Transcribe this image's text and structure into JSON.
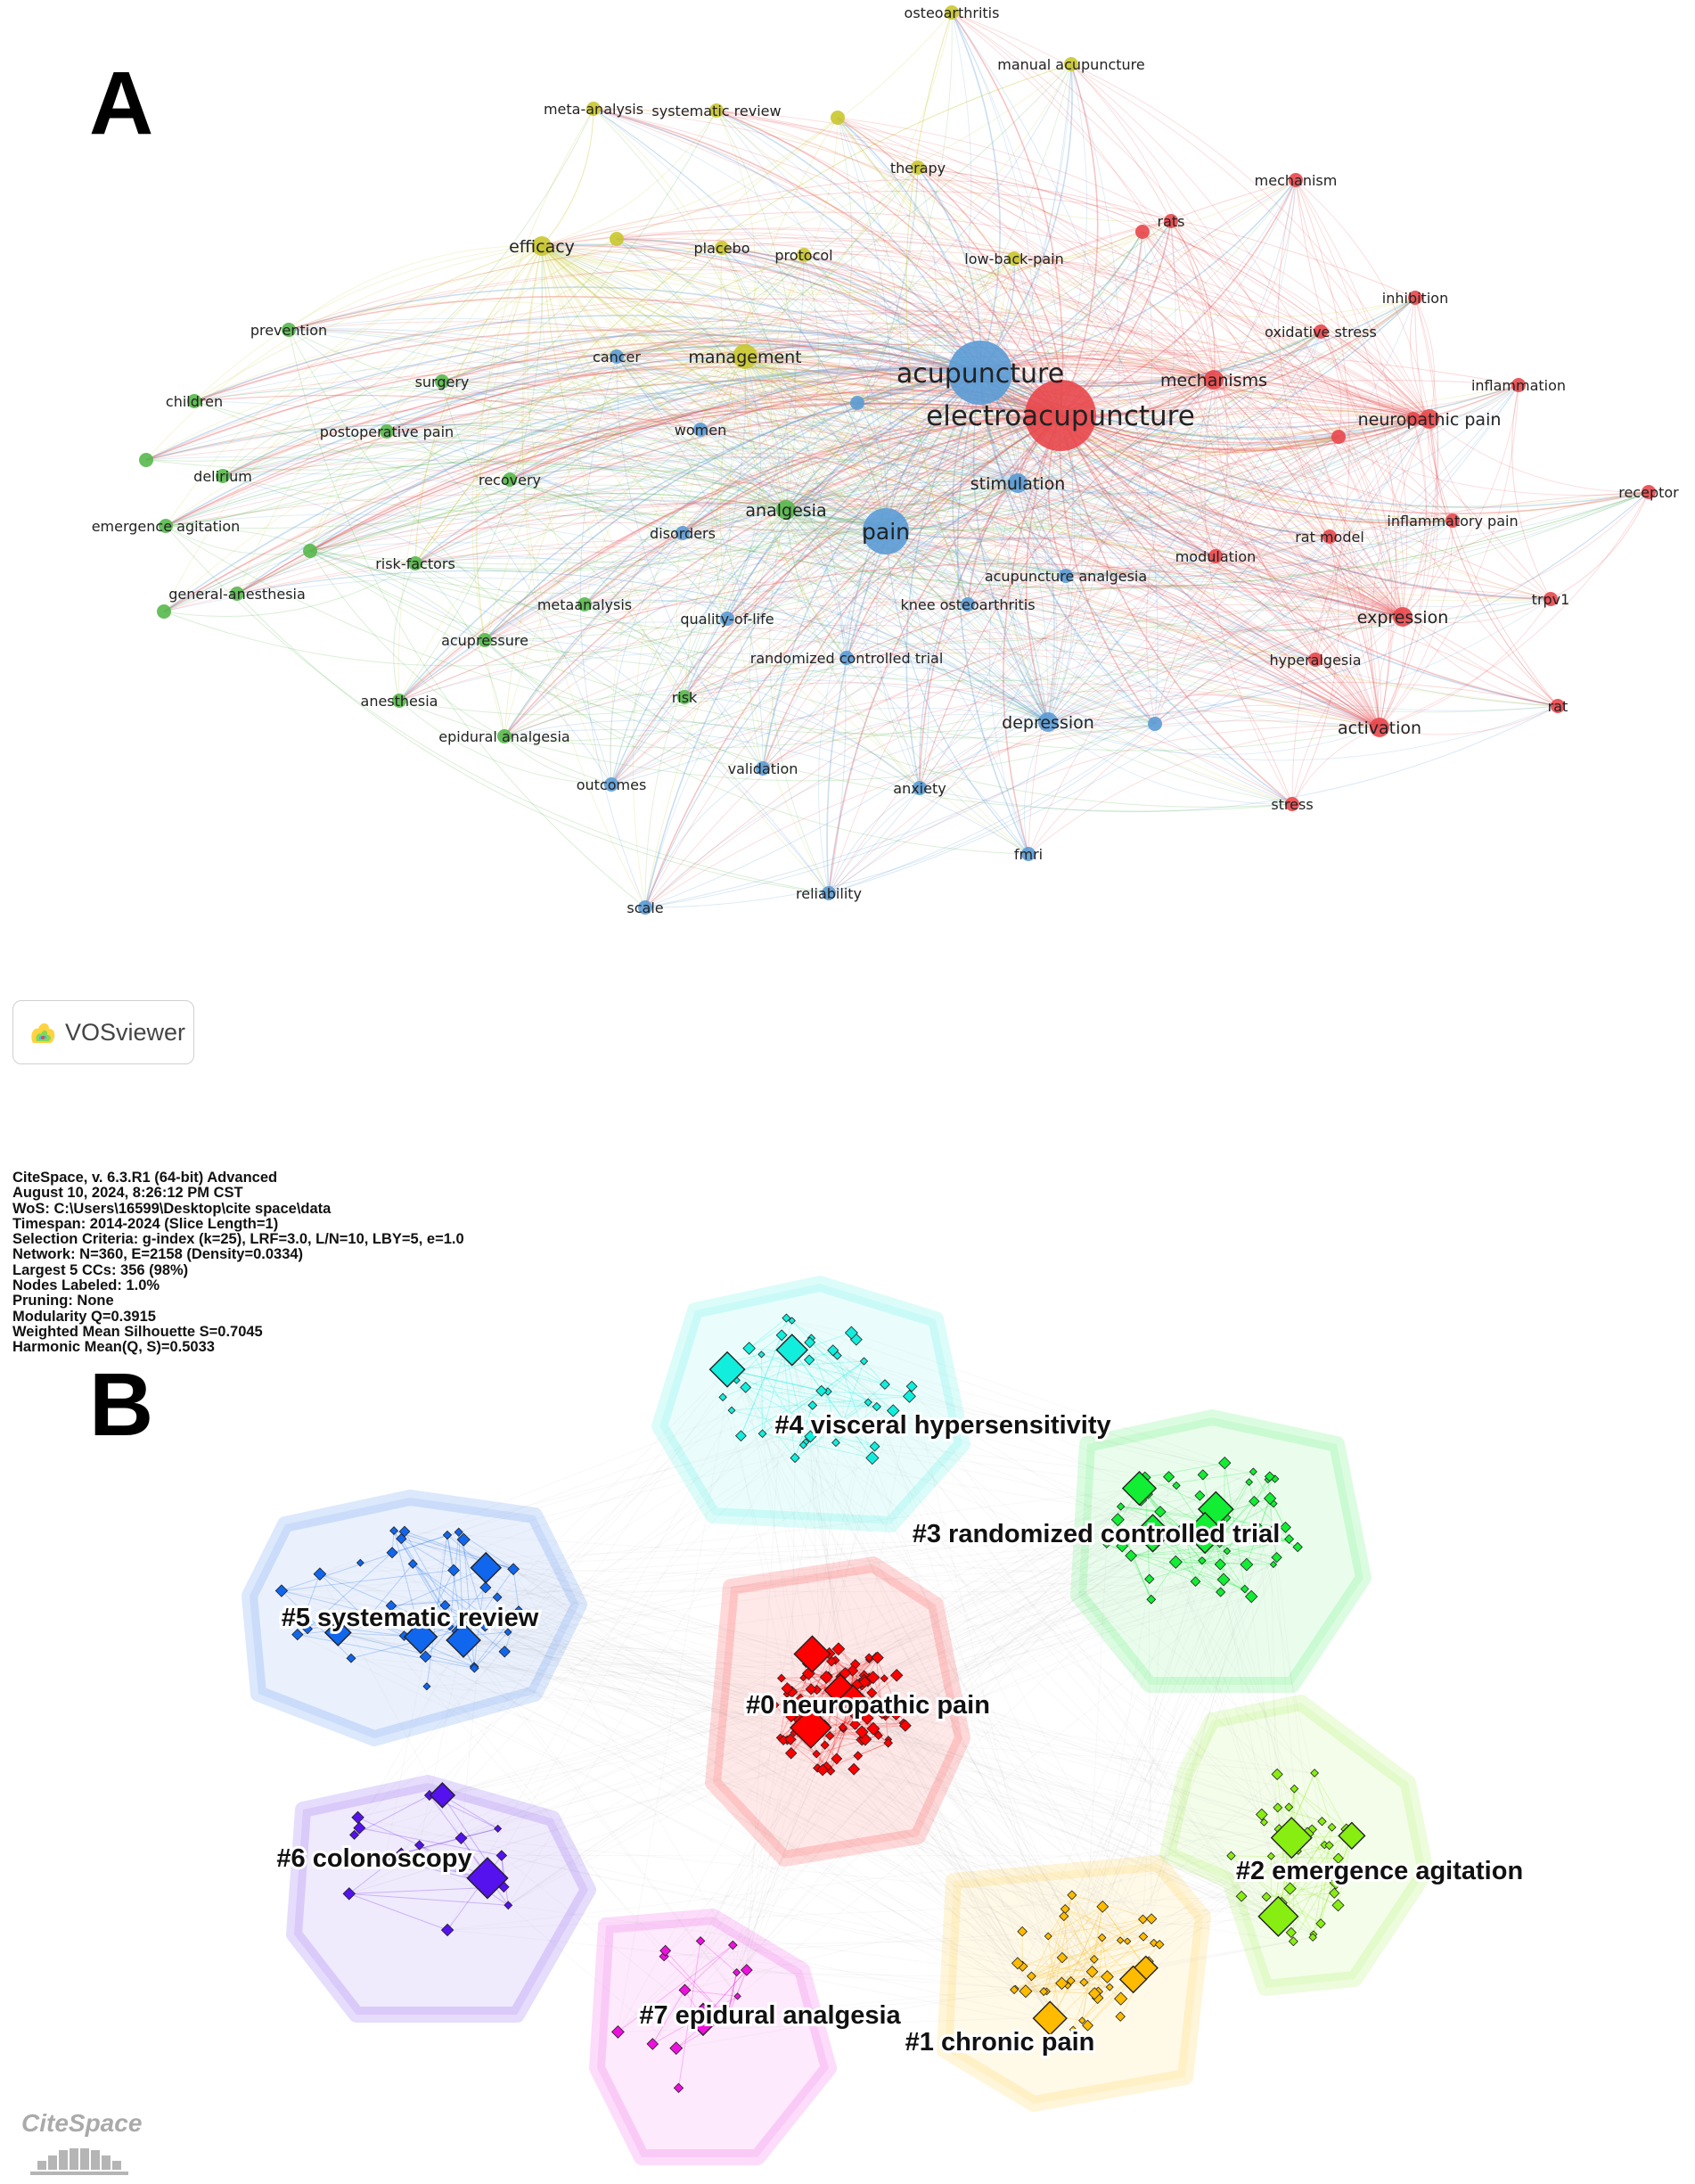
{
  "panel_a": {
    "letter": "A",
    "software_badge": "VOSviewer",
    "clusters": [
      {
        "name": "red",
        "color": "#e8474b"
      },
      {
        "name": "green",
        "color": "#56b84b"
      },
      {
        "name": "blue",
        "color": "#5b9bd5"
      },
      {
        "name": "yellow",
        "color": "#c9c72e"
      }
    ],
    "nodes": [
      {
        "label": "electroacupuncture",
        "cluster": "red",
        "weight": 10
      },
      {
        "label": "acupuncture",
        "cluster": "blue",
        "weight": 9
      },
      {
        "label": "pain",
        "cluster": "blue",
        "weight": 6
      },
      {
        "label": "management",
        "cluster": "yellow",
        "weight": 4
      },
      {
        "label": "efficacy",
        "cluster": "yellow",
        "weight": 3
      },
      {
        "label": "mechanisms",
        "cluster": "red",
        "weight": 3
      },
      {
        "label": "neuropathic pain",
        "cluster": "red",
        "weight": 3
      },
      {
        "label": "stimulation",
        "cluster": "blue",
        "weight": 3
      },
      {
        "label": "depression",
        "cluster": "blue",
        "weight": 3
      },
      {
        "label": "analgesia",
        "cluster": "green",
        "weight": 3
      },
      {
        "label": "expression",
        "cluster": "red",
        "weight": 3
      },
      {
        "label": "activation",
        "cluster": "red",
        "weight": 3
      },
      {
        "label": "therapy",
        "cluster": "yellow",
        "weight": 2
      },
      {
        "label": "low-back-pain",
        "cluster": "yellow",
        "weight": 2
      },
      {
        "label": "placebo",
        "cluster": "yellow",
        "weight": 2
      },
      {
        "label": "protocol",
        "cluster": "yellow",
        "weight": 2
      },
      {
        "label": "systematic review",
        "cluster": "yellow",
        "weight": 2
      },
      {
        "label": "meta-analysis",
        "cluster": "yellow",
        "weight": 2
      },
      {
        "label": "osteoarthritis",
        "cluster": "yellow",
        "weight": 2
      },
      {
        "label": "manual acupuncture",
        "cluster": "yellow",
        "weight": 2
      },
      {
        "label": "mechanism",
        "cluster": "red",
        "weight": 2
      },
      {
        "label": "rats",
        "cluster": "red",
        "weight": 2
      },
      {
        "label": "inhibition",
        "cluster": "red",
        "weight": 2
      },
      {
        "label": "oxidative stress",
        "cluster": "red",
        "weight": 2
      },
      {
        "label": "inflammation",
        "cluster": "red",
        "weight": 2
      },
      {
        "label": "receptor",
        "cluster": "red",
        "weight": 2
      },
      {
        "label": "inflammatory pain",
        "cluster": "red",
        "weight": 2
      },
      {
        "label": "rat model",
        "cluster": "red",
        "weight": 2
      },
      {
        "label": "modulation",
        "cluster": "red",
        "weight": 2
      },
      {
        "label": "trpv1",
        "cluster": "red",
        "weight": 2
      },
      {
        "label": "hyperalgesia",
        "cluster": "red",
        "weight": 2
      },
      {
        "label": "rat",
        "cluster": "red",
        "weight": 2
      },
      {
        "label": "stress",
        "cluster": "red",
        "weight": 2
      },
      {
        "label": "acupuncture analgesia",
        "cluster": "blue",
        "weight": 2
      },
      {
        "label": "knee osteoarthritis",
        "cluster": "blue",
        "weight": 2
      },
      {
        "label": "randomized controlled trial",
        "cluster": "blue",
        "weight": 2
      },
      {
        "label": "quality-of-life",
        "cluster": "blue",
        "weight": 2
      },
      {
        "label": "disorders",
        "cluster": "blue",
        "weight": 2
      },
      {
        "label": "women",
        "cluster": "blue",
        "weight": 2
      },
      {
        "label": "cancer",
        "cluster": "blue",
        "weight": 2
      },
      {
        "label": "anxiety",
        "cluster": "blue",
        "weight": 2
      },
      {
        "label": "validation",
        "cluster": "blue",
        "weight": 2
      },
      {
        "label": "outcomes",
        "cluster": "blue",
        "weight": 2
      },
      {
        "label": "fmri",
        "cluster": "blue",
        "weight": 2
      },
      {
        "label": "reliability",
        "cluster": "blue",
        "weight": 2
      },
      {
        "label": "scale",
        "cluster": "blue",
        "weight": 2
      },
      {
        "label": "prevention",
        "cluster": "green",
        "weight": 2
      },
      {
        "label": "surgery",
        "cluster": "green",
        "weight": 2
      },
      {
        "label": "children",
        "cluster": "green",
        "weight": 2
      },
      {
        "label": "postoperative pain",
        "cluster": "green",
        "weight": 2
      },
      {
        "label": "delirium",
        "cluster": "green",
        "weight": 2
      },
      {
        "label": "recovery",
        "cluster": "green",
        "weight": 2
      },
      {
        "label": "emergence agitation",
        "cluster": "green",
        "weight": 2
      },
      {
        "label": "risk-factors",
        "cluster": "green",
        "weight": 2
      },
      {
        "label": "general-anesthesia",
        "cluster": "green",
        "weight": 2
      },
      {
        "label": "metaanalysis",
        "cluster": "green",
        "weight": 2
      },
      {
        "label": "acupressure",
        "cluster": "green",
        "weight": 2
      },
      {
        "label": "anesthesia",
        "cluster": "green",
        "weight": 2
      },
      {
        "label": "risk",
        "cluster": "green",
        "weight": 2
      },
      {
        "label": "epidural analgesia",
        "cluster": "green",
        "weight": 2
      }
    ]
  },
  "panel_b": {
    "letter": "B",
    "software_logo": "CiteSpace",
    "info_lines": [
      "CiteSpace, v. 6.3.R1 (64-bit) Advanced",
      "August 10, 2024, 8:26:12 PM CST",
      "WoS: C:\\Users\\16599\\Desktop\\cite space\\data",
      "Timespan: 2014-2024 (Slice Length=1)",
      "Selection Criteria: g-index (k=25), LRF=3.0, L/N=10, LBY=5, e=1.0",
      "Network: N=360, E=2158 (Density=0.0334)",
      "Largest 5 CCs: 356 (98%)",
      "Nodes Labeled: 1.0%",
      "Pruning: None",
      "Modularity Q=0.3915",
      "Weighted Mean Silhouette S=0.7045",
      "Harmonic Mean(Q, S)=0.5033"
    ],
    "clusters": [
      {
        "label": "#0 neuropathic pain",
        "color": "#ff0000"
      },
      {
        "label": "#1 chronic pain",
        "color": "#ffbb00"
      },
      {
        "label": "#2 emergence agitation",
        "color": "#88ee11"
      },
      {
        "label": "#3 randomized controlled trial",
        "color": "#11ee33"
      },
      {
        "label": "#4 visceral hypersensitivity",
        "color": "#11eedd"
      },
      {
        "label": "#5 systematic review",
        "color": "#1166ee"
      },
      {
        "label": "#6 colonoscopy",
        "color": "#5511ee"
      },
      {
        "label": "#7 epidural analgesia",
        "color": "#ee11dd"
      }
    ]
  }
}
